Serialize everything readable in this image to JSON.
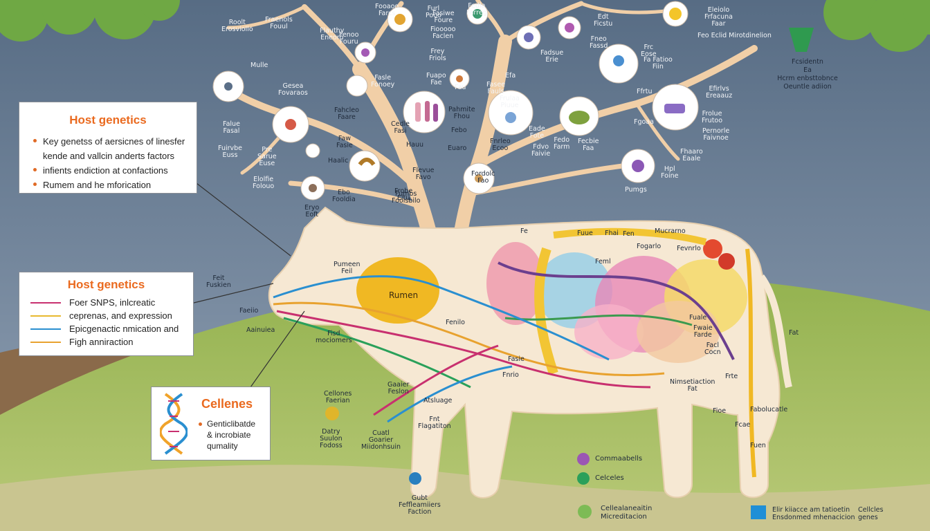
{
  "panels": {
    "host_genetics_top": {
      "title": "Host genetics",
      "items": [
        "Key genetss of aersicnes of linesfer",
        "kende and vallcin anderts factors",
        "infients endiction at confactions",
        "Rumem and he mforication"
      ],
      "bullet_color": "#e06a25"
    },
    "host_genetics_mid": {
      "title": "Host genetics",
      "items": [
        "Foer SNPS, inlcreatic",
        "ceprenas, and expression",
        "Epicgenactic nmication and",
        "Figh anniraction"
      ],
      "line_colors": [
        "#c8306f",
        "#e8b92f",
        "#2a8fd0",
        "#e8a22f"
      ]
    },
    "cellenes": {
      "title": "Cellenes",
      "items": [
        "Genticlibatde",
        "& incrobiate",
        "qumality"
      ]
    }
  },
  "cow": {
    "rumen_label": "Rumen"
  },
  "tree_labels": [
    "Roolt\nErosviollo",
    "Fraenols\nFouul",
    "Flauthy\nEneoro",
    "Furl\nPooo",
    "Mulle",
    "Gesea\nFovaraos",
    "Falue\nFasal",
    "Pre\nSarue\nEuse",
    "Fuirvbe\nEuss",
    "Elolfie\nFolouo",
    "Eryo\nEoft",
    "Ebo\nFooldia",
    "Cedle\nFasi",
    "Fasle\nFonoey",
    "Fenoo\nFouru",
    "Frey\nFriols",
    "Fuapo\nFae",
    "Pahmite\nFhou",
    "Hauu",
    "Flevue\nFavo",
    "Frobe\nEltu",
    "Haalic",
    "Fahcleo\nFaare",
    "Euaro",
    "Febo",
    "Efa",
    "Fasee\nFauls",
    "Eade\nFote",
    "Fadsue\nErie",
    "Edt\nFicstu",
    "Fneo\nFassd",
    "Frc\nEose",
    "Fa Fatioo\nFiin",
    "Ffrtu",
    "Frolue\nFrutoo",
    "Fhaaro\nEaale",
    "Hpl\nFoine",
    "Pumgs",
    "Eleiolo\nFrfacuna\nFaar",
    "Fedo\nFarm",
    "Fecbie\nFaa",
    "Fgoaa",
    "Fumbs\nFoolsbilo",
    "Fordolc\nFao",
    "Fiooooo\nFaclen",
    "Fooaoo\nFarcs",
    "Fedla\nFarreg",
    "Efirlvs\nEreaauz",
    "Pernorle\nFaivnoe",
    "Fdvo\nFaivie",
    "Fau",
    "Fasiwe\nFoure",
    "Faw\nFasie",
    "Frulaa\nPiuue",
    "Fnrleo\nEcoo"
  ],
  "right_note": {
    "lines": [
      "Fcsidentn",
      "Ea",
      "Hcrm enbsttobnce",
      "Oeuntle adiion"
    ]
  },
  "top_right_label": "Feo Eclid Mirotdinelion",
  "cow_labels": [
    "Pumeen\nFeil",
    "Feit\nFuskien",
    "Faeiio",
    "Aainuiea",
    "Fisd\nmociomers",
    "Fenilo",
    "Fasie",
    "Fnrio",
    "Cellones\nFaerian",
    "Gaaier\nFeslon",
    "Atsluage",
    "Fnt\nFlagatiton",
    "Cuatl\nGoarier\nMiidonhsuin",
    "Datry\nSuulon\nFodoss",
    "Gubt\nFeffleamiiers\nFaction",
    "Nimsetiaction\nFat",
    "Fat",
    "Mucrarno",
    "Fogarlo",
    "Fevnrlo",
    "Facl\nCocn",
    "Fuale",
    "Fwaie\nFarde",
    "Frte",
    "Fioe",
    "Fcae",
    "Fuue",
    "Fhai",
    "Fabolucatle",
    "Fuen",
    "Fen",
    "Feml",
    "Fe"
  ],
  "legend": {
    "items": [
      "Commaabells",
      "Celceles",
      "Cellealaneaitin\nMicreditacion"
    ],
    "colors": [
      "#9b57b4",
      "#2aa05a",
      "#7dbb55"
    ]
  },
  "bottom_right": {
    "swatch_color": "#1f8fd6",
    "text": "Elir kiiacce am tatioetin\nEnsdonmed mhenacicion",
    "genes_label": "Cellcles\ngenes"
  },
  "colors": {
    "sky": "#5f7389",
    "hill": "#8fae4e",
    "cow": "#f6e8d3",
    "tree": "#f1cfa7",
    "rumen": "#f0b823",
    "title_orange": "#ea6a1f"
  }
}
